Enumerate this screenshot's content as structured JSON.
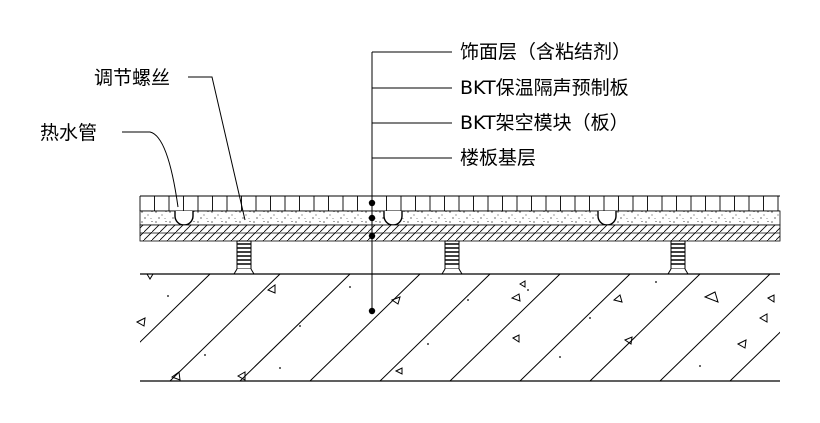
{
  "diagram": {
    "right_labels": [
      "饰面层（含粘结剂）",
      "BKT保温隔声预制板",
      "BKT架空模块（板）",
      "楼板基层"
    ],
    "left_labels": [
      "调节螺丝",
      "热水管"
    ]
  }
}
